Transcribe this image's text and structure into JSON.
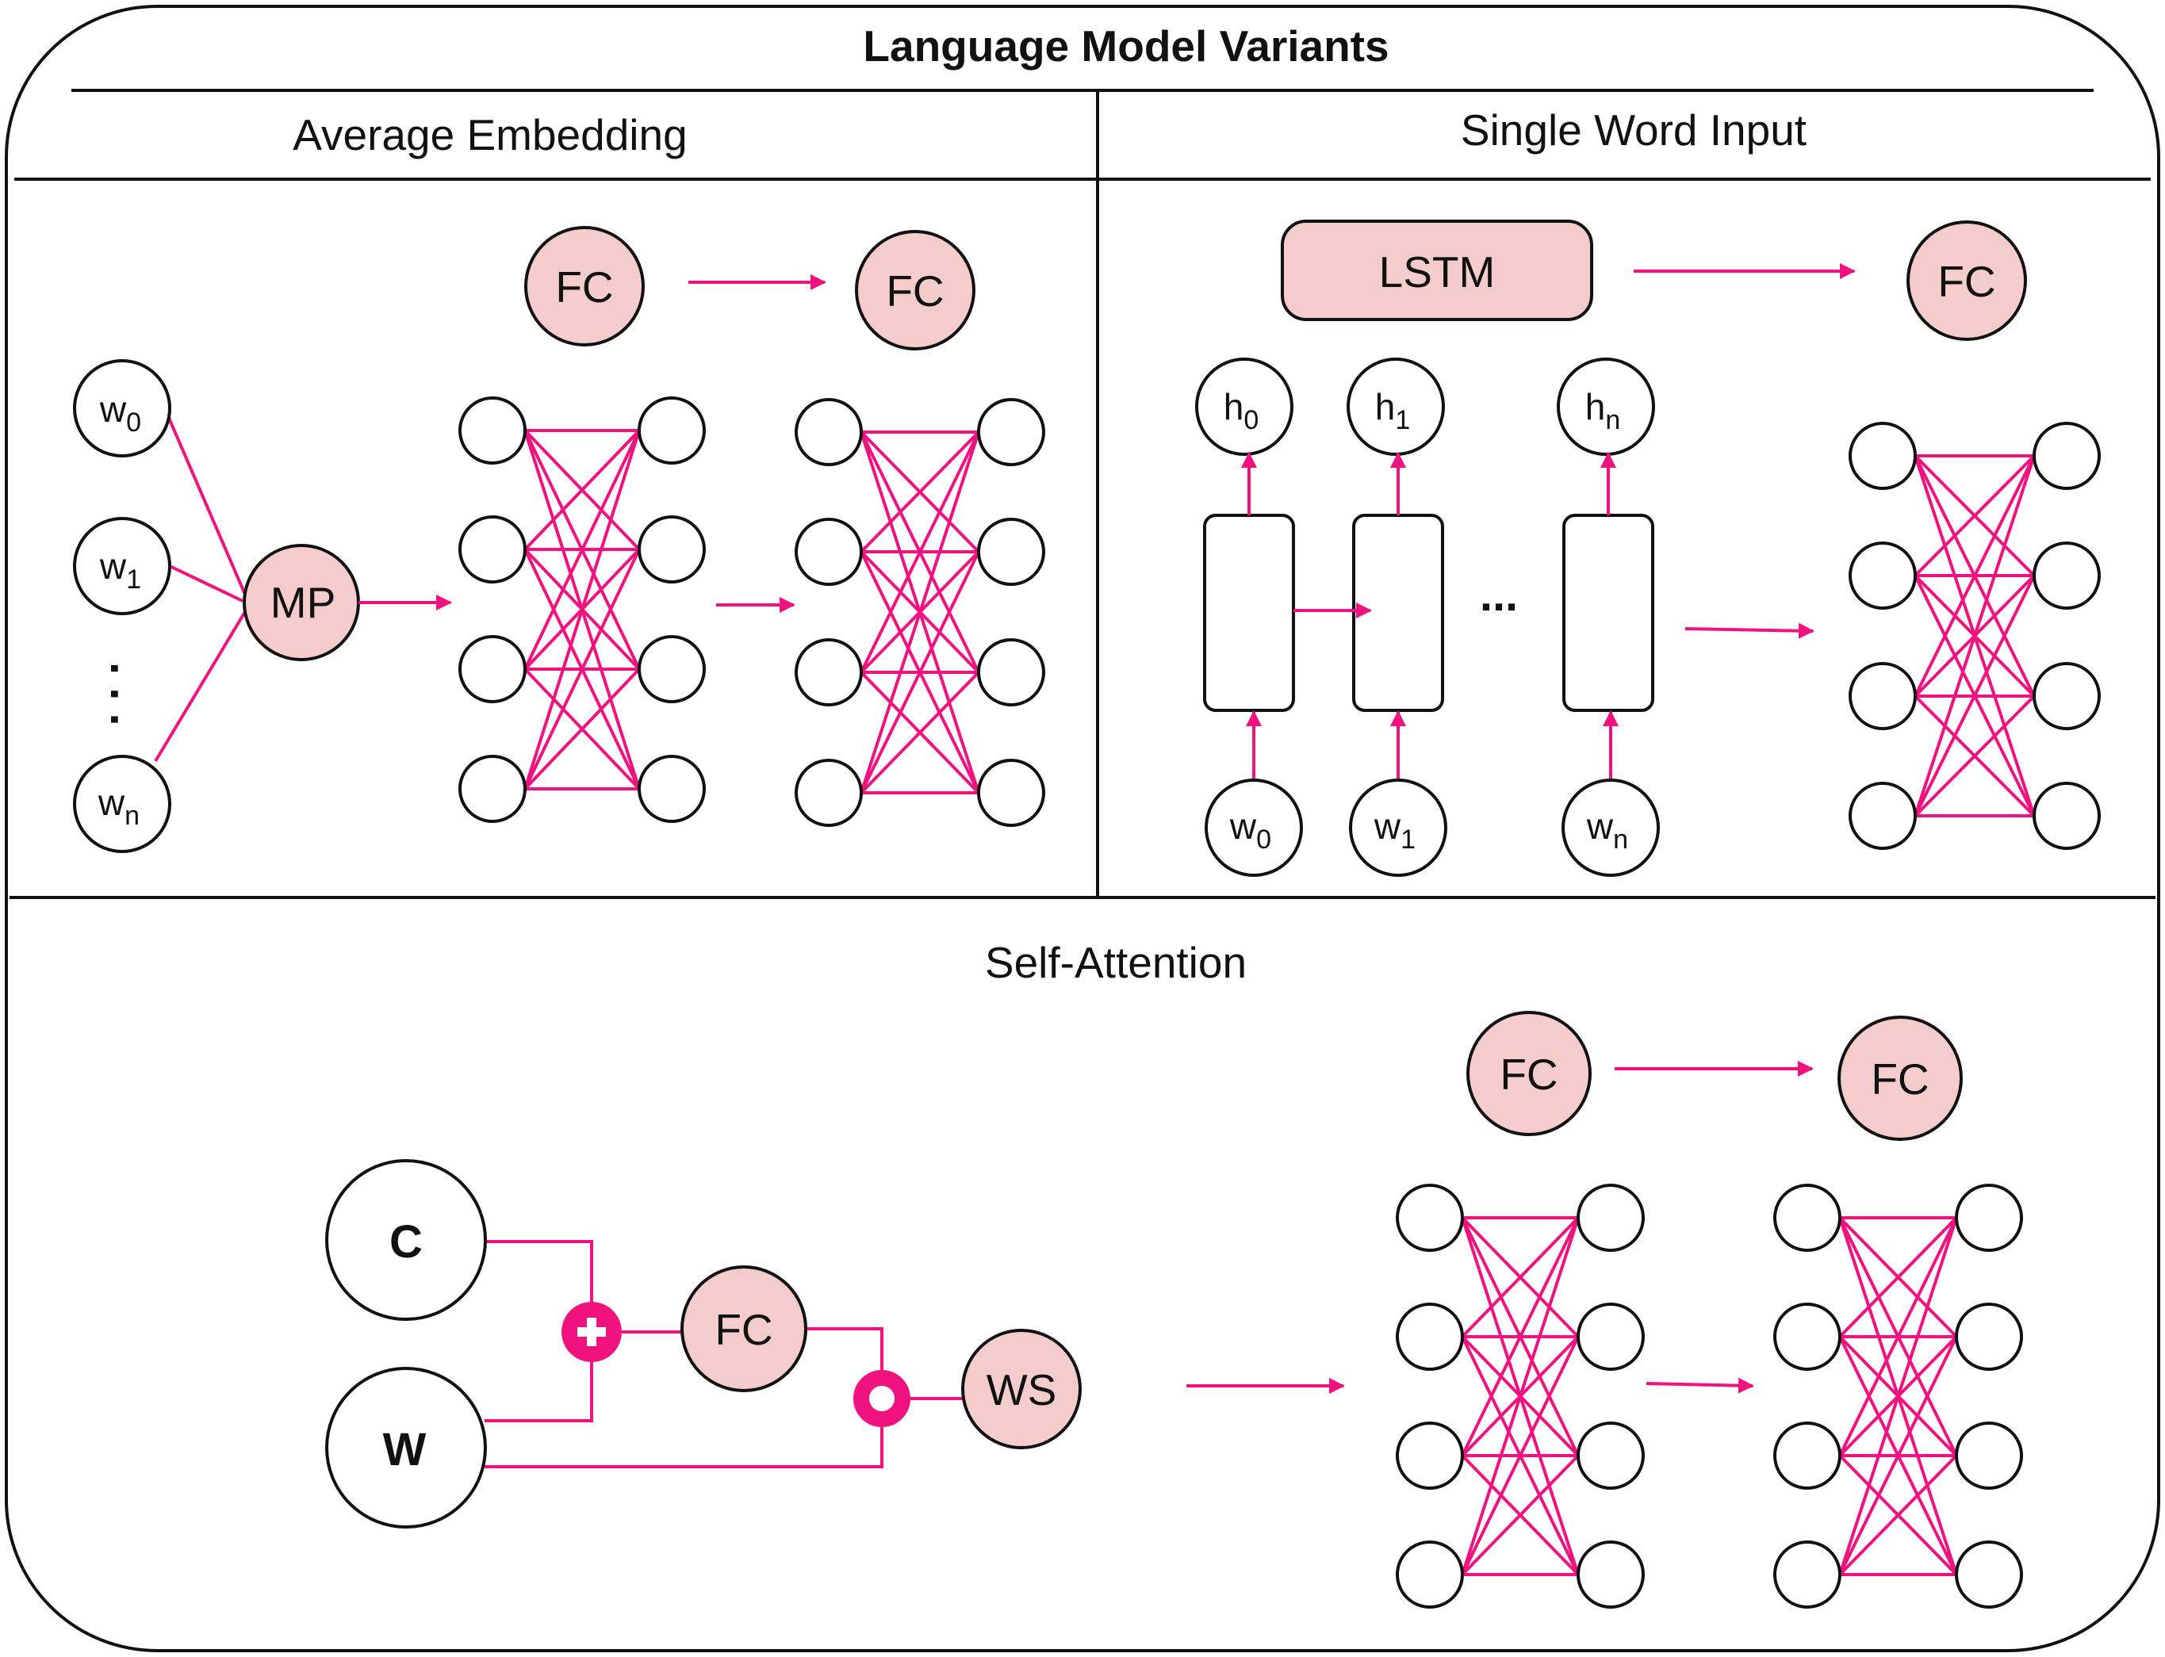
{
  "title": "Language Model Variants",
  "colors": {
    "accent": "#f0137f",
    "node_fill": "#f4cccc",
    "stroke": "#111111"
  },
  "sections": {
    "average_embedding": {
      "title": "Average Embedding",
      "inputs": [
        {
          "base": "w",
          "sub": "0"
        },
        {
          "base": "w",
          "sub": "1"
        },
        {
          "base": "w",
          "sub": "n"
        }
      ],
      "ellipsis": ". . .",
      "pool_label": "MP",
      "fc_labels": [
        "FC",
        "FC"
      ]
    },
    "single_word_input": {
      "title": "Single Word Input",
      "lstm_label": "LSTM",
      "fc_label": "FC",
      "hidden": [
        {
          "base": "h",
          "sub": "0"
        },
        {
          "base": "h",
          "sub": "1"
        },
        {
          "base": "h",
          "sub": "n"
        }
      ],
      "inputs": [
        {
          "base": "w",
          "sub": "0"
        },
        {
          "base": "w",
          "sub": "1"
        },
        {
          "base": "w",
          "sub": "n"
        }
      ],
      "ellipsis": "..."
    },
    "self_attention": {
      "title": "Self-Attention",
      "c_label": "C",
      "w_label": "W",
      "fc_label": "FC",
      "ws_label": "WS",
      "fc_labels": [
        "FC",
        "FC"
      ]
    }
  }
}
